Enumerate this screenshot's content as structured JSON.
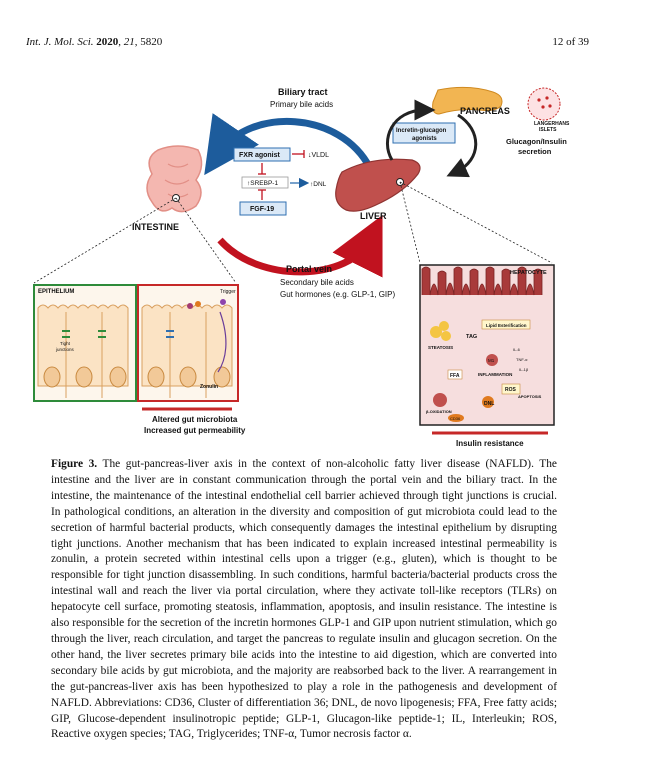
{
  "header": {
    "journal": "Int. J. Mol. Sci.",
    "year": "2020",
    "volume": "21",
    "article": "5820",
    "page": "12 of 39"
  },
  "figure": {
    "labels": {
      "biliary_tract": "Biliary tract",
      "primary_bile_acids": "Primary bile acids",
      "pancreas": "PANCREAS",
      "langerhans": "LANGERHANS",
      "islets": "ISLETS",
      "glucagon_insulin": "Glucagon/Insulin",
      "secretion": "secretion",
      "incretin_1": "Incretin-glucagon",
      "incretin_2": "agonists",
      "fxr_agonist": "FXR agonist",
      "vldl": "↓VLDL",
      "srebp": "↑SREBP-1",
      "dnl_up": "↑DNL",
      "fgf19": "FGF-19",
      "intestine": "INTESTINE",
      "liver": "LIVER",
      "portal_vein": "Portal vein",
      "secondary_bile_acids": "Secondary bile acids",
      "gut_hormones": "Gut hormones (e.g. GLP-1, GIP)",
      "epithelium": "EPITHELIUM",
      "trigger": "Trigger",
      "tight_1": "Tight",
      "tight_2": "junctions",
      "zonulin": "Zonulin",
      "altered_1": "Altered gut microbiota",
      "altered_2": "Increased gut permeability",
      "hepatocyte": "HEPATOCYTE",
      "lipid_est": "Lipid Esterification",
      "steatosis": "STEATOSIS",
      "tag": "TAG",
      "il6": "IL-6",
      "m1": "M1",
      "tnfa": "TNF-α",
      "il1b": "IL-1β",
      "inflammation": "INFLAMMATION",
      "ffa": "FFA",
      "ros": "ROS",
      "apoptosis": "APOPTOSIS",
      "beta_ox": "β-OXIDATION",
      "dnl": "DNL",
      "cd36": "CD36",
      "insulin_resistance": "Insulin resistance"
    }
  },
  "caption": {
    "label": "Figure 3.",
    "text": "The gut-pancreas-liver axis in the context of non-alcoholic fatty liver disease (NAFLD). The intestine and the liver are in constant communication through the portal vein and the biliary tract. In the intestine, the maintenance of the intestinal endothelial cell barrier achieved through tight junctions is crucial. In pathological conditions, an alteration in the diversity and composition of gut microbiota could lead to the secretion of harmful bacterial products, which consequently damages the intestinal epithelium by disrupting tight junctions. Another mechanism that has been indicated to explain increased intestinal permeability is zonulin, a protein secreted within intestinal cells upon a trigger (e.g., gluten), which is thought to be responsible for tight junction disassembling. In such conditions, harmful bacteria/bacterial products cross the intestinal wall and reach the liver via portal circulation, where they activate toll-like receptors (TLRs) on hepatocyte cell surface, promoting steatosis, inflammation, apoptosis, and insulin resistance. The intestine is also responsible for the secretion of the incretin hormones GLP-1 and GIP upon nutrient stimulation, which go through the liver, reach circulation, and target the pancreas to regulate insulin and glucagon secretion. On the other hand, the liver secretes primary bile acids into the intestine to aid digestion, which are converted into secondary bile acids by gut microbiota, and the majority are reabsorbed back to the liver. A rearrangement in the gut-pancreas-liver axis has been hypothesized to play a role in the pathogenesis and development of NAFLD. Abbreviations: CD36, Cluster of differentiation 36; DNL, de novo lipogenesis; FFA, Free fatty acids; GIP, Glucose-dependent insulinotropic peptide; GLP-1, Glucagon-like peptide-1; IL, Interleukin; ROS, Reactive oxygen species; TAG, Triglycerides; TNF-α, Tumor necrosis factor α."
  },
  "colors": {
    "red_arrow": "#c1121f",
    "blue_arrow": "#1d5c9c",
    "box_blue": "#2f6fb0",
    "liver": "#c0504d",
    "pancreas": "#f2b552",
    "green_border": "#2e8b3a",
    "red_border": "#c62828"
  }
}
